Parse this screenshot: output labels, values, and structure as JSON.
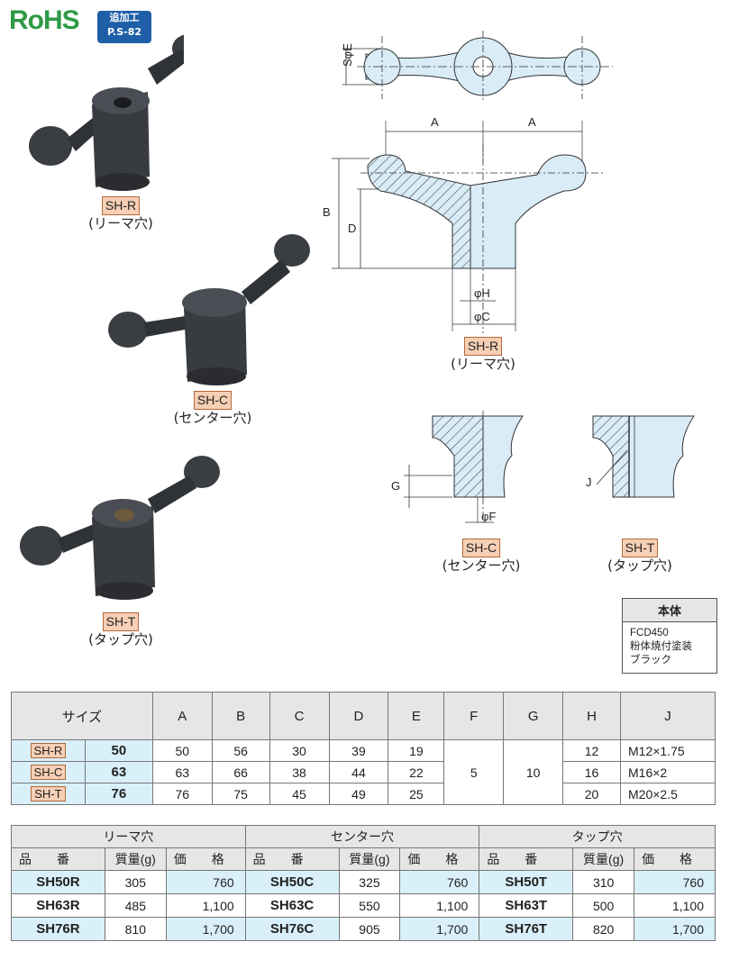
{
  "header": {
    "rohs": "RoHS",
    "badge_line1": "追加工",
    "badge_line2": "P.S-82"
  },
  "photos": [
    {
      "code": "SH-R",
      "caption": "(リーマ穴)"
    },
    {
      "code": "SH-C",
      "caption": "(センター穴)"
    },
    {
      "code": "SH-T",
      "caption": "(タップ穴)"
    }
  ],
  "drawing": {
    "dims": {
      "SE": "SφE",
      "A": "A",
      "B": "B",
      "D": "D",
      "H": "φH",
      "C": "φC",
      "G": "G",
      "F": "φF",
      "J": "J"
    },
    "main_code": "SH-R",
    "main_caption": "(リーマ穴)",
    "detail_c_code": "SH-C",
    "detail_c_caption": "(センター穴)",
    "detail_t_code": "SH-T",
    "detail_t_caption": "(タップ穴)"
  },
  "material": {
    "title": "本体",
    "lines": [
      "FCD450",
      "粉体焼付塗装",
      "ブラック"
    ]
  },
  "spec_table": {
    "headers": [
      "サイズ",
      "A",
      "B",
      "C",
      "D",
      "E",
      "F",
      "G",
      "H",
      "J"
    ],
    "rows": [
      {
        "code": "SH-R",
        "size": "50",
        "A": "50",
        "B": "56",
        "C": "30",
        "D": "39",
        "E": "19",
        "H": "12",
        "J": "M12×1.75"
      },
      {
        "code": "SH-C",
        "size": "63",
        "A": "63",
        "B": "66",
        "C": "38",
        "D": "44",
        "E": "22",
        "H": "16",
        "J": "M16×2"
      },
      {
        "code": "SH-T",
        "size": "76",
        "A": "76",
        "B": "75",
        "C": "45",
        "D": "49",
        "E": "25",
        "H": "20",
        "J": "M20×2.5"
      }
    ],
    "F": "5",
    "G": "10"
  },
  "price_table": {
    "groups": [
      "リーマ穴",
      "センター穴",
      "タップ穴"
    ],
    "sub_headers": [
      "品　　番",
      "質量(g)",
      "価　　格"
    ],
    "rows": [
      [
        "SH50R",
        "305",
        "760",
        "SH50C",
        "325",
        "760",
        "SH50T",
        "310",
        "760"
      ],
      [
        "SH63R",
        "485",
        "1,100",
        "SH63C",
        "550",
        "1,100",
        "SH63T",
        "500",
        "1,100"
      ],
      [
        "SH76R",
        "810",
        "1,700",
        "SH76C",
        "905",
        "1,700",
        "SH76T",
        "820",
        "1,700"
      ]
    ]
  }
}
